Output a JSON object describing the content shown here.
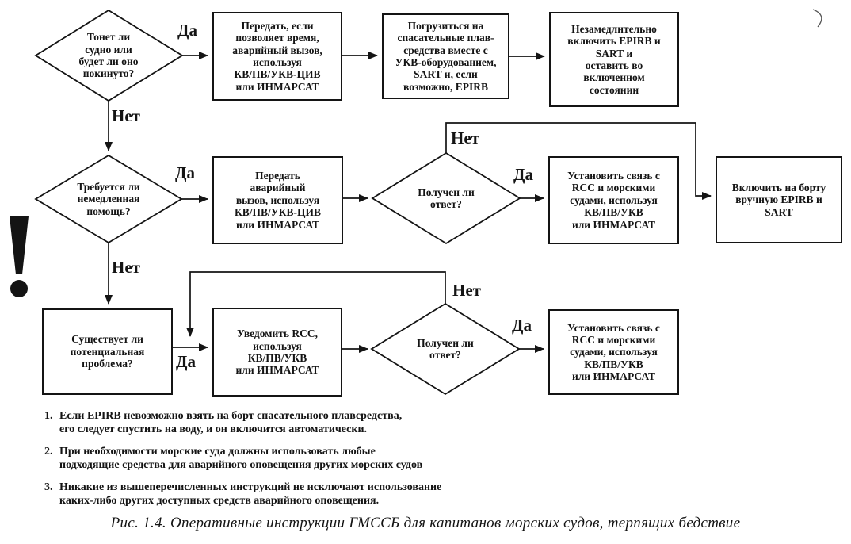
{
  "page": {
    "caption": "Рис. 1.4. Оперативные инструкции ГМССБ для капитанов морских судов, терпящих бедствие"
  },
  "colors": {
    "ink": "#141414",
    "paper": "#ffffff"
  },
  "icons": {
    "exclamation": "warning-exclamation",
    "stray_mark": "scan-artifact-parenthesis"
  },
  "nodes": {
    "q_sinking": {
      "type": "decision",
      "text": "Тонет ли\nсудно или\nбудет ли оно\nпокинуто?"
    },
    "transmit_if_time": {
      "type": "process",
      "text": "Передать, если\nпозволяет время,\nаварийный вызов,\nиспользуя\nКВ/ПВ/УКВ-ЦИВ\nили ИНМАРСАТ"
    },
    "board_craft": {
      "type": "process",
      "text": "Погрузиться на\nспасательные плав-\nсредства вместе с\nУКВ-оборудованием,\nSART и, если\nвозможно, EPIRB"
    },
    "activate_epirb": {
      "type": "process",
      "text": "Незамедлительно\nвключить EPIRB и\nSART и\nоставить во\nвключенном\nсостоянии"
    },
    "q_need_help": {
      "type": "decision",
      "text": "Требуется ли\nнемедленная\nпомощь?"
    },
    "transmit_distress": {
      "type": "process",
      "text": "Передать\nаварийный\nвызов, используя\nКВ/ПВ/УКВ-ЦИВ\nили ИНМАРСАТ"
    },
    "q_answer2": {
      "type": "decision",
      "text": "Получен ли\nответ?"
    },
    "establish_rcc2": {
      "type": "process",
      "text": "Установить связь с\nRCC и морскими\nсудами, используя\nКВ/ПВ/УКВ\nили ИНМАРСАТ"
    },
    "manual_epirb": {
      "type": "process",
      "text": "Включить на борту\nвручную EPIRB и\nSART"
    },
    "q_problem": {
      "type": "process",
      "text": "Существует ли\nпотенциальная\nпроблема?"
    },
    "notify_rcc": {
      "type": "process",
      "text": "Уведомить RCC,\nиспользуя\nКВ/ПВ/УКВ\nили ИНМАРСАТ"
    },
    "q_answer3": {
      "type": "decision",
      "text": "Получен ли\nответ?"
    },
    "establish_rcc3": {
      "type": "process",
      "text": "Установить связь с\nRCC и морскими\nсудами, используя\nКВ/ПВ/УКВ\nили ИНМАРСАТ"
    }
  },
  "labels": {
    "d1_yes": "Да",
    "d1_no": "Нет",
    "d2_yes": "Да",
    "d2_no": "Нет",
    "r2_answer_yes": "Да",
    "r2_answer_no": "Нет",
    "r3_problem_yes": "Да",
    "r3_answer_yes": "Да",
    "r3_answer_no": "Нет"
  },
  "footnotes": [
    {
      "num": "1.",
      "text": "Если EPIRB невозможно взять на борт спасательного плавсредства,\nего следует спустить на воду, и он включится автоматически."
    },
    {
      "num": "2.",
      "text": "При необходимости морские суда должны использовать любые\nподходящие средства для аварийного оповещения других морских судов"
    },
    {
      "num": "3.",
      "text": "Никакие из вышеперечисленных инструкций не исключают использование\nкаких-либо других доступных средств аварийного оповещения."
    }
  ]
}
